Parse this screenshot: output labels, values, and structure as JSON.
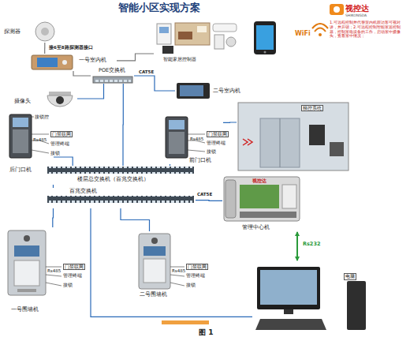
{
  "diagram": {
    "title": "智能小区实现方案",
    "caption": "图 1",
    "nodes": [
      {
        "text": [
          "探测器"
        ]
      },
      {
        "text": [
          "一号室内机"
        ]
      },
      {
        "text": [
          "POE交换机"
        ]
      },
      {
        "text": [
          "智能家居控制器"
        ]
      },
      {
        "text": [
          "二号室内机"
        ]
      },
      {
        "text": [
          "WiFi",
          "1.可远程控制并代替室内机跟访客可视对讲，并开锁；2.可远程控制智能家居控制器，控制家电设备的工作，启动家中摄像头，查看家中情况；"
        ]
      },
      {
        "text": [
          "摄像头"
        ]
      },
      {
        "text": [
          "后门口机"
        ]
      },
      {
        "text": [
          "前门口机"
        ]
      },
      {
        "text": [
          "梯控系统"
        ]
      },
      {
        "text": [
          "楼层总交换机（百兆交换机）"
        ]
      },
      {
        "text": [
          "百兆交换机"
        ]
      },
      {
        "text": [
          "管理中心机"
        ]
      },
      {
        "text": [
          "电脑"
        ]
      },
      {
        "text": [
          "一号围墙机"
        ]
      },
      {
        "text": [
          "二号围墙机"
        ]
      }
    ],
    "edges": [
      {
        "from": 0,
        "to": 1,
        "label": "接6至8路探测器接口",
        "arrow": "none"
      },
      {
        "from": 1,
        "to": 2,
        "arrow": "none"
      },
      {
        "from": 2,
        "to": 4,
        "label": "CAT5E",
        "arrow": "none"
      },
      {
        "from": 1,
        "to": 3,
        "arrow": "none"
      },
      {
        "from": 6,
        "to": 2,
        "arrow": "none"
      },
      {
        "from": 2,
        "to": 10,
        "arrow": "none"
      },
      {
        "from": 7,
        "to": 10,
        "arrow": "none"
      },
      {
        "from": 8,
        "to": 10,
        "arrow": "none"
      },
      {
        "from": 8,
        "to": 9,
        "arrow": "none"
      },
      {
        "from": 10,
        "to": 11,
        "arrow": "none"
      },
      {
        "from": 11,
        "to": 12,
        "label": "CAT5E",
        "arrow": "none"
      },
      {
        "from": 12,
        "to": 13,
        "label": "Rs232",
        "arrow": "both"
      },
      {
        "from": 11,
        "to": 14,
        "arrow": "none"
      },
      {
        "from": 11,
        "to": 15,
        "arrow": "none"
      },
      {
        "from": 11,
        "to": 13,
        "arrow": "none"
      }
    ],
    "labels": [
      "视控达",
      "SHIKONGDA",
      "接锁控",
      "门禁联网",
      "Rs485",
      "管理终端",
      "接锁",
      "门禁联网",
      "Rs485",
      "管理终端",
      "接锁",
      "视控达",
      "门禁联网",
      "Rs485",
      "管理终端",
      "接锁",
      "门禁联网",
      "Rs485",
      "管理终端",
      "接锁"
    ]
  }
}
